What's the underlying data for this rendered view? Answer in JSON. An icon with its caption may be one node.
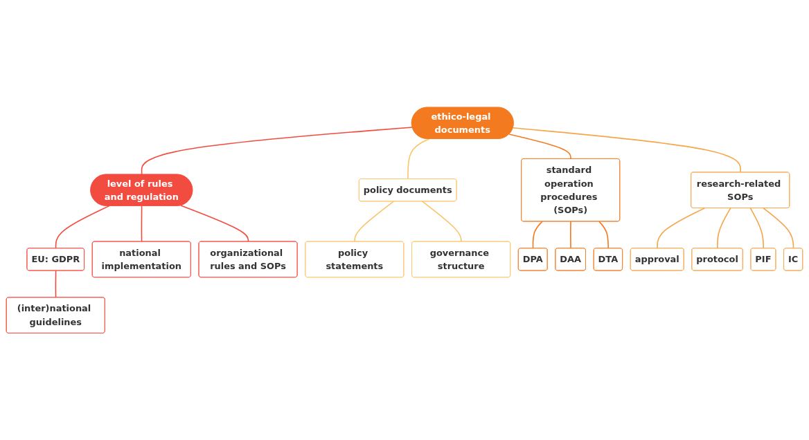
{
  "diagram": {
    "nodes": [
      {
        "text": [
          "ethico-legal documents"
        ]
      },
      {
        "text": [
          "level of rules and regulation"
        ]
      },
      {
        "text": [
          "EU: GDPR"
        ]
      },
      {
        "text": [
          "(inter)national guidelines"
        ]
      },
      {
        "text": [
          "national implementation"
        ]
      },
      {
        "text": [
          "organizational rules and SOPs"
        ]
      },
      {
        "text": [
          "policy documents"
        ]
      },
      {
        "text": [
          "standard operation procedures (SOPs)"
        ]
      },
      {
        "text": [
          "research-related SOPs"
        ]
      },
      {
        "text": [
          "policy statements"
        ]
      },
      {
        "text": [
          "governance structure"
        ]
      },
      {
        "text": [
          "DPA"
        ]
      },
      {
        "text": [
          "DAA"
        ]
      },
      {
        "text": [
          "DTA"
        ]
      },
      {
        "text": [
          "approval"
        ]
      },
      {
        "text": [
          "protocol"
        ]
      },
      {
        "text": [
          "PIF"
        ]
      },
      {
        "text": [
          "IC"
        ]
      }
    ],
    "edges": [
      {
        "from": 0,
        "to": 1,
        "arrow": "none",
        "color": "#f24b3f"
      },
      {
        "from": 1,
        "to": 2,
        "arrow": "none",
        "color": "#f24b3f"
      },
      {
        "from": 2,
        "to": 3,
        "arrow": "none",
        "color": "#f24b3f"
      },
      {
        "from": 1,
        "to": 4,
        "arrow": "none",
        "color": "#f24b3f"
      },
      {
        "from": 1,
        "to": 5,
        "arrow": "none",
        "color": "#f24b3f"
      },
      {
        "from": 0,
        "to": 6,
        "arrow": "none",
        "color": "#f9c56b"
      },
      {
        "from": 0,
        "to": 7,
        "arrow": "none",
        "color": "#f47a1f"
      },
      {
        "from": 0,
        "to": 8,
        "arrow": "none",
        "color": "#f6a54a"
      },
      {
        "from": 6,
        "to": 9,
        "arrow": "none",
        "color": "#f9c56b"
      },
      {
        "from": 6,
        "to": 10,
        "arrow": "none",
        "color": "#f9c56b"
      },
      {
        "from": 7,
        "to": 11,
        "arrow": "none",
        "color": "#f47a1f"
      },
      {
        "from": 7,
        "to": 12,
        "arrow": "none",
        "color": "#f47a1f"
      },
      {
        "from": 7,
        "to": 13,
        "arrow": "none",
        "color": "#f47a1f"
      },
      {
        "from": 8,
        "to": 14,
        "arrow": "none",
        "color": "#f6a54a"
      },
      {
        "from": 8,
        "to": 15,
        "arrow": "none",
        "color": "#f6a54a"
      },
      {
        "from": 8,
        "to": 16,
        "arrow": "none",
        "color": "#f6a54a"
      },
      {
        "from": 8,
        "to": 17,
        "arrow": "none",
        "color": "#f6a54a"
      }
    ]
  }
}
